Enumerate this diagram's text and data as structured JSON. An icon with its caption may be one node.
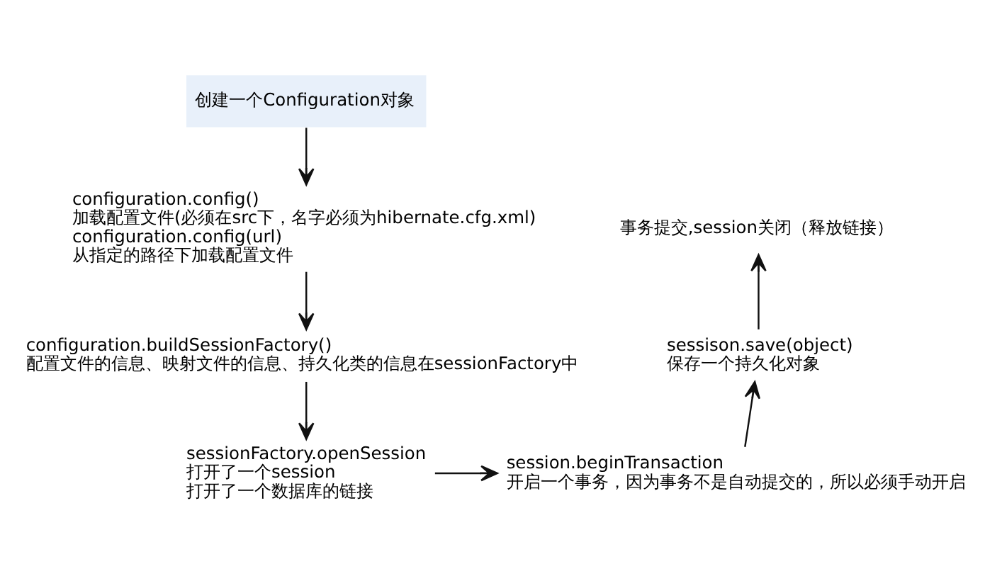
{
  "diagram": {
    "nodes": [
      {
        "text": [
          "创建一个Configuration对象"
        ]
      },
      {
        "text": [
          "configuration.config()",
          "加载配置文件(必须在src下，名字必须为hibernate.cfg.xml)",
          "configuration.config(url)",
          "从指定的路径下加载配置文件"
        ]
      },
      {
        "text": [
          "configuration.buildSessionFactory()",
          "配置文件的信息、映射文件的信息、持久化类的信息在sessionFactory中"
        ]
      },
      {
        "text": [
          "sessionFactory.openSession",
          "打开了一个session",
          "打开了一个数据库的链接"
        ]
      },
      {
        "text": [
          "session.beginTransaction",
          "开启一个事务，因为事务不是自动提交的，所以必须手动开启"
        ]
      },
      {
        "text": [
          "sessison.save(object)",
          "保存一个持久化对象"
        ]
      },
      {
        "text": [
          "事务提交,session关闭（释放链接）"
        ]
      }
    ],
    "edges": [
      {
        "from": 0,
        "to": 1,
        "arrow": "to"
      },
      {
        "from": 1,
        "to": 2,
        "arrow": "to"
      },
      {
        "from": 2,
        "to": 3,
        "arrow": "to"
      },
      {
        "from": 3,
        "to": 4,
        "arrow": "to"
      },
      {
        "from": 4,
        "to": 5,
        "arrow": "to"
      },
      {
        "from": 5,
        "to": 6,
        "arrow": "to"
      }
    ]
  }
}
